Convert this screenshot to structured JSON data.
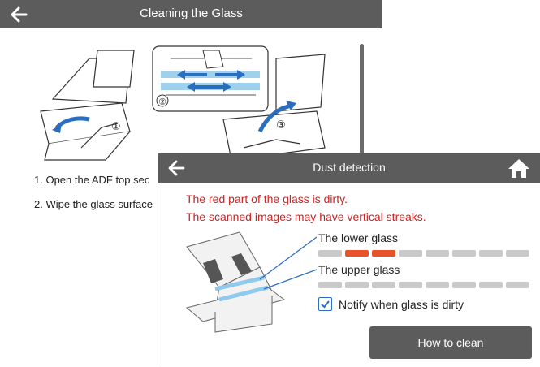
{
  "back_screen": {
    "title": "Cleaning the Glass",
    "steps": [
      "1. Open the ADF top sec",
      "2. Wipe the glass surface"
    ],
    "callouts": [
      "①",
      "②",
      "③"
    ]
  },
  "dust_screen": {
    "title": "Dust detection",
    "warning_line1": "The red part of the glass is dirty.",
    "warning_line2": "The scanned images may have vertical streaks.",
    "lower_glass": {
      "label": "The lower glass",
      "segments": [
        "clean",
        "dirty",
        "dirty",
        "clean",
        "clean",
        "clean",
        "clean",
        "clean"
      ]
    },
    "upper_glass": {
      "label": "The upper glass",
      "segments": [
        "clean",
        "clean",
        "clean",
        "clean",
        "clean",
        "clean",
        "clean",
        "clean"
      ]
    },
    "notify": {
      "label": "Notify when glass is dirty",
      "checked": true
    },
    "how_to_clean_label": "How to clean"
  },
  "colors": {
    "header": "#5c5c5c",
    "warning": "#d21f1f",
    "dirty_segment": "#e8532a",
    "clean_segment": "#c9c9c9",
    "accent_blue": "#2f6fc2"
  },
  "icons": {
    "back": "arrow-left-icon",
    "home": "home-icon",
    "checkbox": "checkmark-icon"
  }
}
